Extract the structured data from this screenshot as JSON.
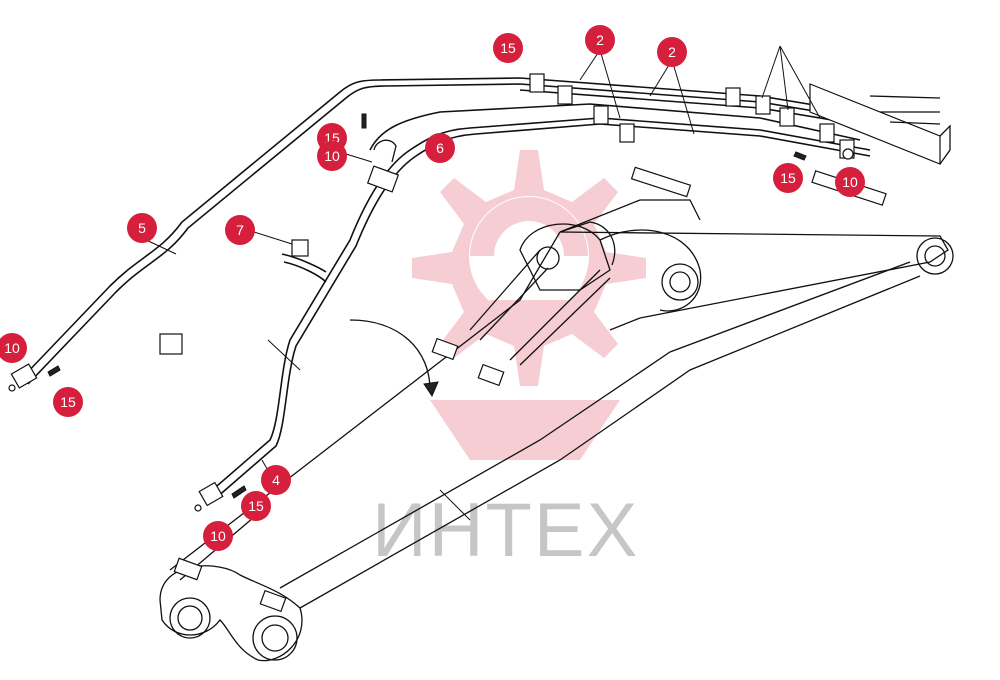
{
  "watermark": {
    "text": "ИНТЕХ",
    "color": "#d61f3c",
    "gear_icon": "gear-icon"
  },
  "callout_color": "#d61f3c",
  "callouts": [
    {
      "id": "c1",
      "label": "15"
    },
    {
      "id": "c2",
      "label": "2"
    },
    {
      "id": "c3",
      "label": "2"
    },
    {
      "id": "c4",
      "label": "15"
    },
    {
      "id": "c5",
      "label": "10"
    },
    {
      "id": "c6",
      "label": "6"
    },
    {
      "id": "c7",
      "label": "15"
    },
    {
      "id": "c8",
      "label": "10"
    },
    {
      "id": "c9",
      "label": "5"
    },
    {
      "id": "c10",
      "label": "7"
    },
    {
      "id": "c11",
      "label": "10"
    },
    {
      "id": "c12",
      "label": "15"
    },
    {
      "id": "c13",
      "label": "4"
    },
    {
      "id": "c14",
      "label": "15"
    },
    {
      "id": "c15",
      "label": "10"
    }
  ]
}
